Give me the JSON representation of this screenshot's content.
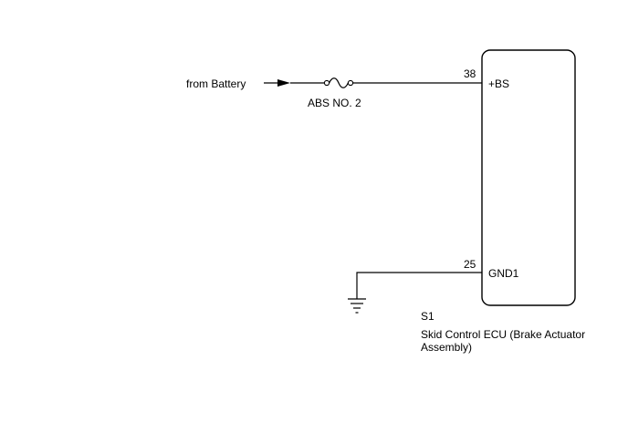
{
  "source": {
    "label": "from Battery"
  },
  "fuse": {
    "label": "ABS NO. 2",
    "icon": "fuse-icon"
  },
  "ground": {
    "icon": "ground-icon"
  },
  "ecu": {
    "code": "S1",
    "name_line1": "Skid Control ECU (Brake Actuator",
    "name_line2": "Assembly)",
    "pins": [
      {
        "number": "38",
        "name": "+BS"
      },
      {
        "number": "25",
        "name": "GND1"
      }
    ]
  }
}
